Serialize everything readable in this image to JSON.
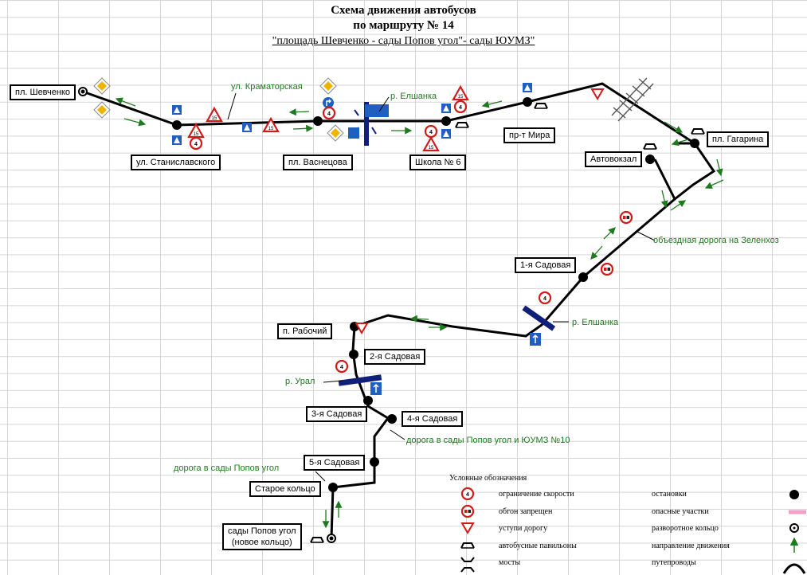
{
  "header": {
    "title_line1": "Схема движения автобусов",
    "title_line2": "по маршруту № 14",
    "subtitle": "\"площадь Шевченко - сады Попов угол\"- сады ЮУМЗ\""
  },
  "stops": {
    "shevchenko": "пл. Шевченко",
    "stanislavskogo": "ул. Станиславского",
    "vasnetsova": "пл. Васнецова",
    "shkola": "Школа № 6",
    "mira": "пр-т Мира",
    "gagarina": "пл. Гагарина",
    "avtovokzal": "Автовокзал",
    "sadovaya1": "1-я Садовая",
    "rabochiy": "п. Рабочий",
    "sadovaya2": "2-я Садовая",
    "sadovaya3": "3-я Садовая",
    "sadovaya4": "4-я Садовая",
    "sadovaya5": "5-я Садовая",
    "staroe": "Старое кольцо",
    "popov_line1": "сады Попов угол",
    "popov_line2": "(новое кольцо)"
  },
  "map_labels": {
    "kramatorskaya": "ул. Краматорская",
    "elshanka_top": "р. Елшанка",
    "elshanka_mid": "р. Елшанка",
    "bypass": "объездная дорога на Зеленхоз",
    "ural": "р. Урал",
    "road_yumz": "дорога в сады Попов угол и ЮУМЗ №10",
    "road_popov": "дорога в сады Попов угол"
  },
  "sign_values": {
    "speed_limit": "4",
    "warning": "15"
  },
  "legend": {
    "title": "Условные обозначения",
    "items_left": [
      {
        "icon": "speed-limit-icon",
        "label": "ограничение скорости"
      },
      {
        "icon": "no-overtaking-icon",
        "label": "обгон запрещен"
      },
      {
        "icon": "yield-icon",
        "label": "уступи дорогу"
      },
      {
        "icon": "bus-shelter-icon",
        "label": "автобусные павильоны"
      },
      {
        "icon": "bridge-icon",
        "label": "мосты"
      }
    ],
    "items_right": [
      {
        "icon": "bus-stop-icon",
        "label": "остановки"
      },
      {
        "icon": "danger-zone-icon",
        "label": "опасные участки"
      },
      {
        "icon": "turnaround-ring-icon",
        "label": "разворотное кольцо"
      },
      {
        "icon": "direction-arrow-icon",
        "label": "направление движения"
      },
      {
        "icon": "overpass-icon",
        "label": "путепроводы"
      }
    ]
  },
  "colors": {
    "route": "#000000",
    "arrows": "#1f7a1f",
    "bridge": "#10207a",
    "sign_red": "#d11a1a",
    "danger": "#f2a0c8",
    "diamond": "#f0b400",
    "crosswalk": "#1f5fbf"
  }
}
